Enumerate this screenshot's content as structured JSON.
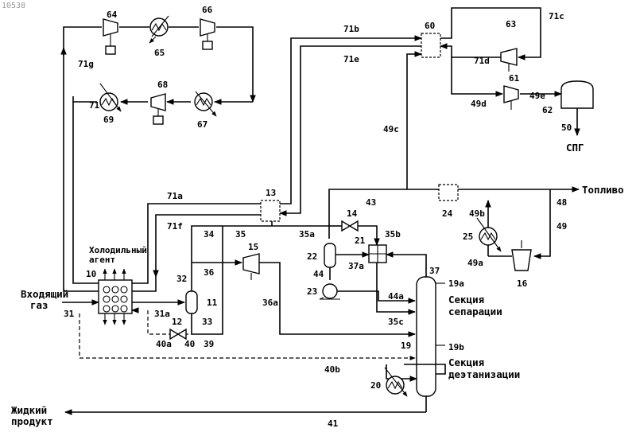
{
  "watermark": "10538",
  "texts": {
    "refrigerant_line1": "Холодильный",
    "refrigerant_line2": "агент",
    "feed_line1": "Входящий",
    "feed_line2": "газ",
    "fuel": "Топливо",
    "lng": "СПГ",
    "separation_line1": "Секция",
    "separation_line2": "сепарации",
    "deethanizer_line1": "Секция",
    "deethanizer_line2": "деэтанизации",
    "liquid_line1": "Жидкий",
    "liquid_line2": "продукт"
  },
  "labels": {
    "n10538": "10538",
    "n64": "64",
    "n65": "65",
    "n66": "66",
    "n67": "67",
    "n68": "68",
    "n69": "69",
    "n71": "71",
    "n71g": "71g",
    "n71b": "71b",
    "n71e": "71e",
    "n71c": "71c",
    "n71d": "71d",
    "n71a": "71a",
    "n71f": "71f",
    "n60": "60",
    "n61": "61",
    "n62": "62",
    "n63": "63",
    "n49a": "49a",
    "n49b": "49b",
    "n49c": "49c",
    "n49d": "49d",
    "n49e": "49e",
    "n49": "49",
    "n48": "48",
    "n50": "50",
    "n13": "13",
    "n14": "14",
    "n15": "15",
    "n16": "16",
    "n20": "20",
    "n21": "21",
    "n22": "22",
    "n23": "23",
    "n24": "24",
    "n25": "25",
    "n43": "43",
    "n44": "44",
    "n44a": "44a",
    "n34": "34",
    "n35": "35",
    "n35a": "35a",
    "n35b": "35b",
    "n35c": "35c",
    "n36": "36",
    "n36a": "36a",
    "n37": "37",
    "n37a": "37a",
    "n31": "31",
    "n31a": "31a",
    "n32": "32",
    "n33": "33",
    "n10": "10",
    "n11": "11",
    "n12": "12",
    "n39": "39",
    "n40": "40",
    "n40a": "40a",
    "n40b": "40b",
    "n41": "41",
    "n19": "19",
    "n19a": "19a",
    "n19b": "19b"
  }
}
